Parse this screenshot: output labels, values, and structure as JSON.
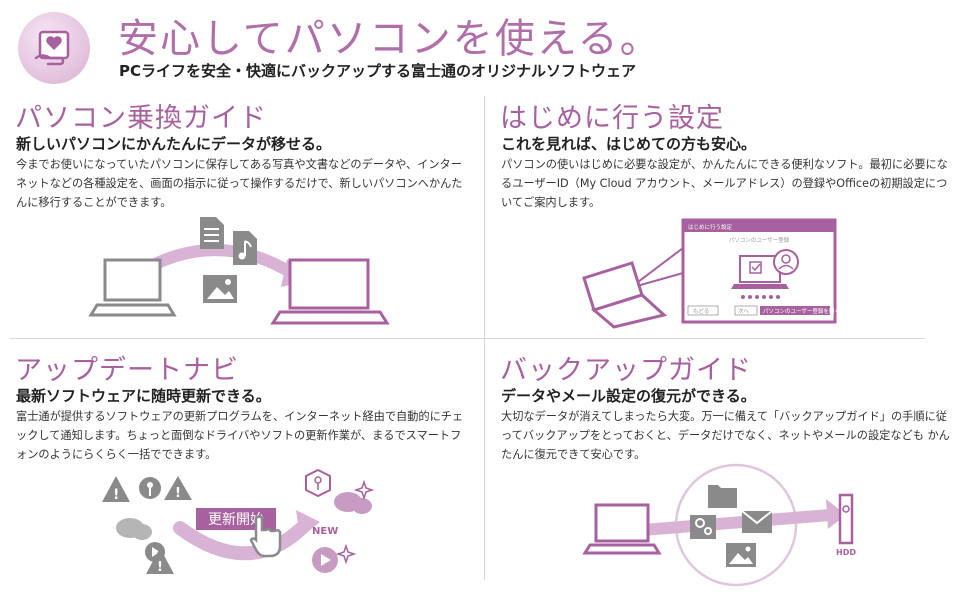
{
  "header": {
    "title": "安心してパソコンを使える。",
    "subtitle": "PCライフを安全・快適にバックアップする富士通のオリジナルソフトウェア"
  },
  "sections": [
    {
      "title": "パソコン乗換ガイド",
      "lead": "新しいパソコンにかんたんにデータが移せる。",
      "body": "今までお使いになっていたパソコンに保存してある写真や文書などのデータや、インターネットなどの各種設定を、画面の指示に従って操作するだけで、新しいパソコンへかんたんに移行することができます。"
    },
    {
      "title": "はじめに行う設定",
      "lead": "これを見れば、はじめての方も安心。",
      "body": "パソコンの使いはじめに必要な設定が、かんたんにできる便利なソフト。最初に必要になるユーザーID（My Cloud アカウント、メールアドレス）の登録やOfficeの初期設定についてご案内します。",
      "illustration": {
        "window_title": "はじめに行う設定",
        "screen_heading": "パソコンのユーザー登録",
        "back_button": "もどる",
        "next_button": "次へ",
        "register_button": "パソコンのユーザー登録を開く"
      }
    },
    {
      "title": "アップデートナビ",
      "lead": "最新ソフトウェアに随時更新できる。",
      "body": "富士通が提供するソフトウェアの更新プログラムを、インターネット経由で自動的にチェックして通知します。ちょっと面倒なドライバやソフトの更新作業が、まるでスマートフォンのようにらくらく一括でできます。",
      "illustration": {
        "button_label": "更新開始",
        "new_label": "NEW"
      }
    },
    {
      "title": "バックアップガイド",
      "lead": "データやメール設定の復元ができる。",
      "body": "大切なデータが消えてしまったら大変。万一に備えて「バックアップガイド」の手順に従ってバックアップをとっておくと、データだけでなく、ネットやメールの設定なども かんたんに復元できて安心です。",
      "illustration": {
        "hdd_label": "HDD"
      }
    }
  ],
  "colors": {
    "accent": "#a7619f",
    "accent_light": "#d9b3d5",
    "gray_icon": "#8a8a8a"
  }
}
